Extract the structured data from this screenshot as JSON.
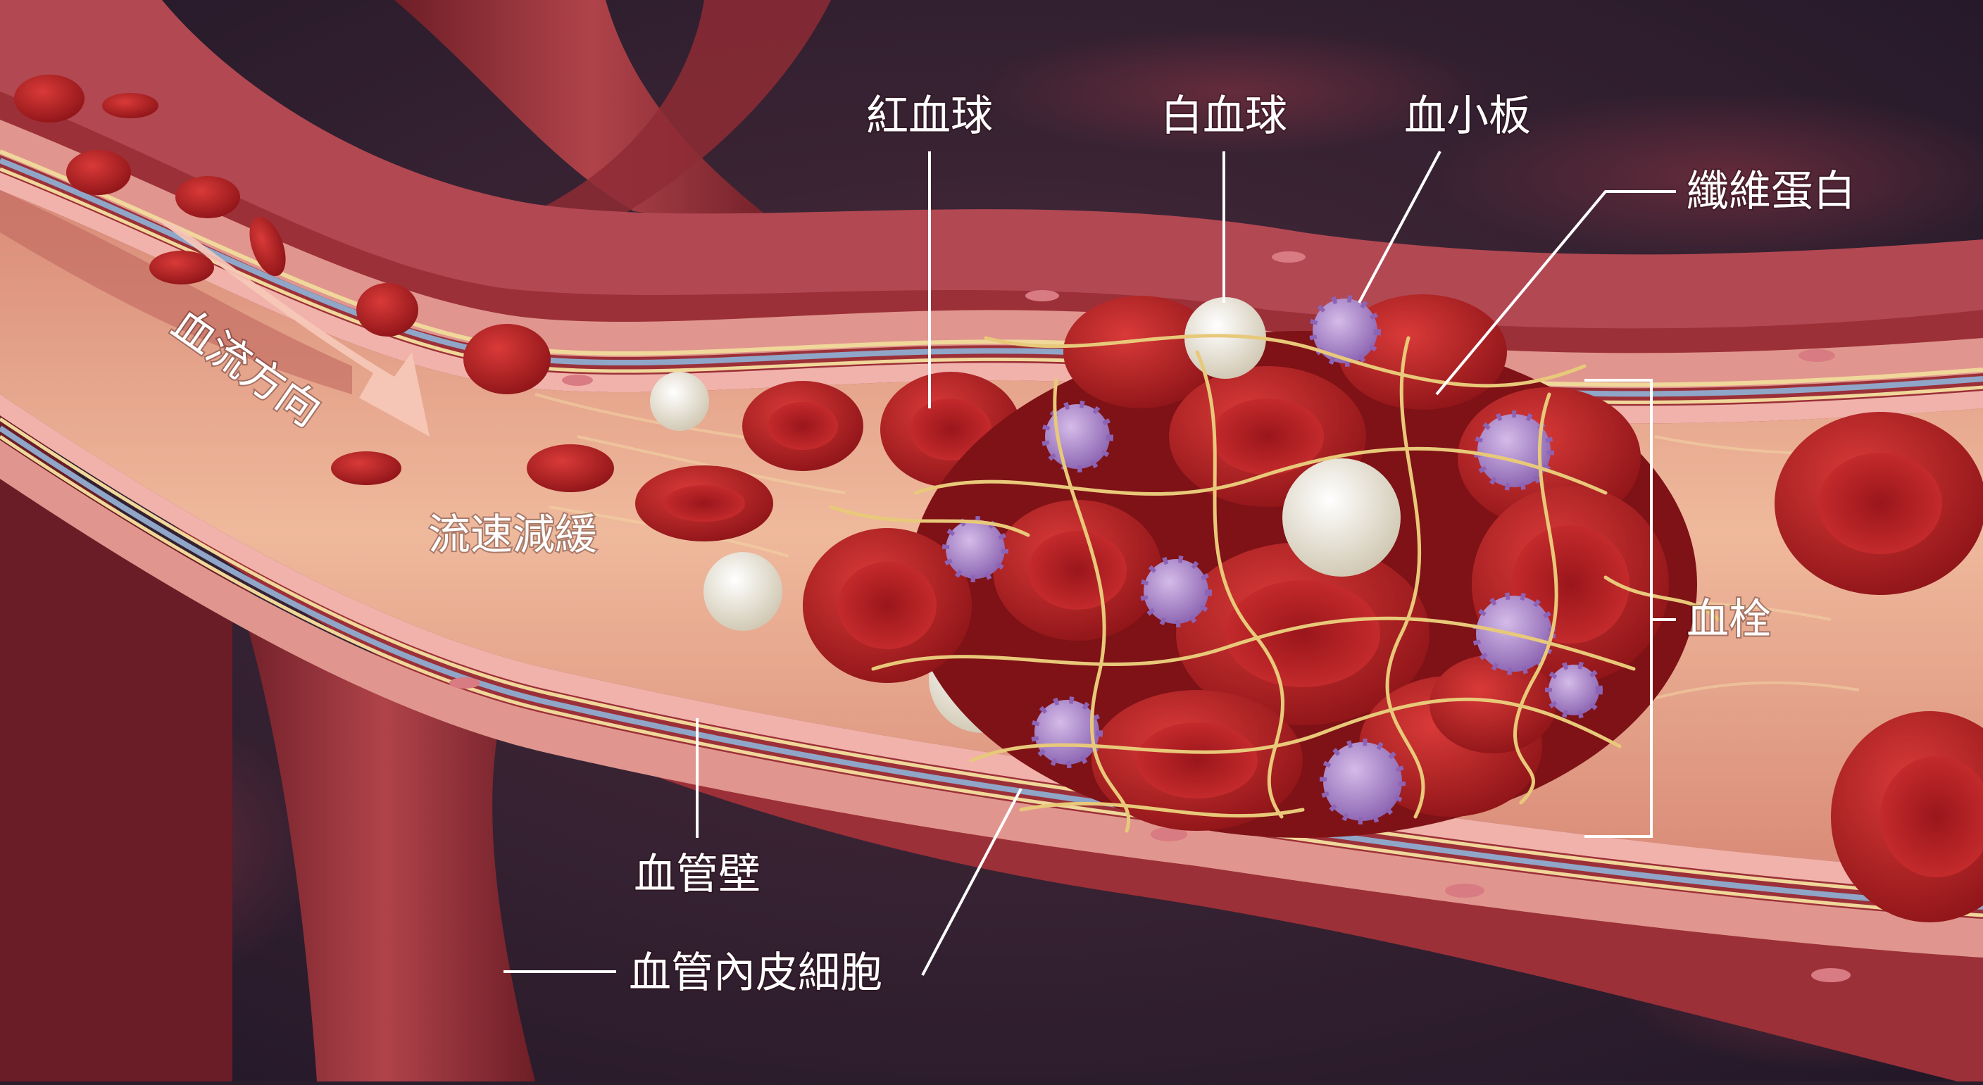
{
  "labels": {
    "flow_direction": "血流方向",
    "slow_flow": "流速減緩",
    "red_blood_cell": "紅血球",
    "white_blood_cell": "白血球",
    "platelet": "血小板",
    "fibrin": "纖維蛋白",
    "thrombus": "血栓",
    "vessel_wall": "血管壁",
    "endothelial_cell": "血管內皮細胞"
  },
  "colors": {
    "background": "#2a1d2c",
    "vessel_outer": "#9c3038",
    "vessel_wall": "#d98a84",
    "lumen": "#e6a48c",
    "red_blood_cell": "#b51f24",
    "white_blood_cell": "#ece6d6",
    "platelet": "#a17fc2",
    "fibrin": "#e6c77a",
    "label_text": "#ffffff"
  }
}
